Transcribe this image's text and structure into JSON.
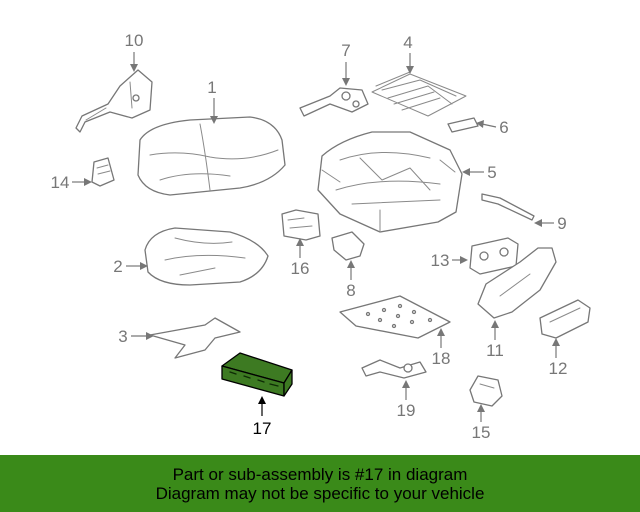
{
  "callouts": {
    "c1": "1",
    "c2": "2",
    "c3": "3",
    "c4": "4",
    "c5": "5",
    "c6": "6",
    "c7": "7",
    "c8": "8",
    "c9": "9",
    "c10": "10",
    "c11": "11",
    "c12": "12",
    "c13": "13",
    "c14": "14",
    "c15": "15",
    "c16": "16",
    "c17": "17",
    "c18": "18",
    "c19": "19"
  },
  "highlighted_part": "17",
  "colors": {
    "banner": "#3a8a19",
    "highlight_part": "#3d7a22",
    "line_art": "#777777"
  },
  "banner": {
    "line1": "Part or sub-assembly is #17 in diagram",
    "line2": "Diagram may not be specific to your vehicle"
  }
}
